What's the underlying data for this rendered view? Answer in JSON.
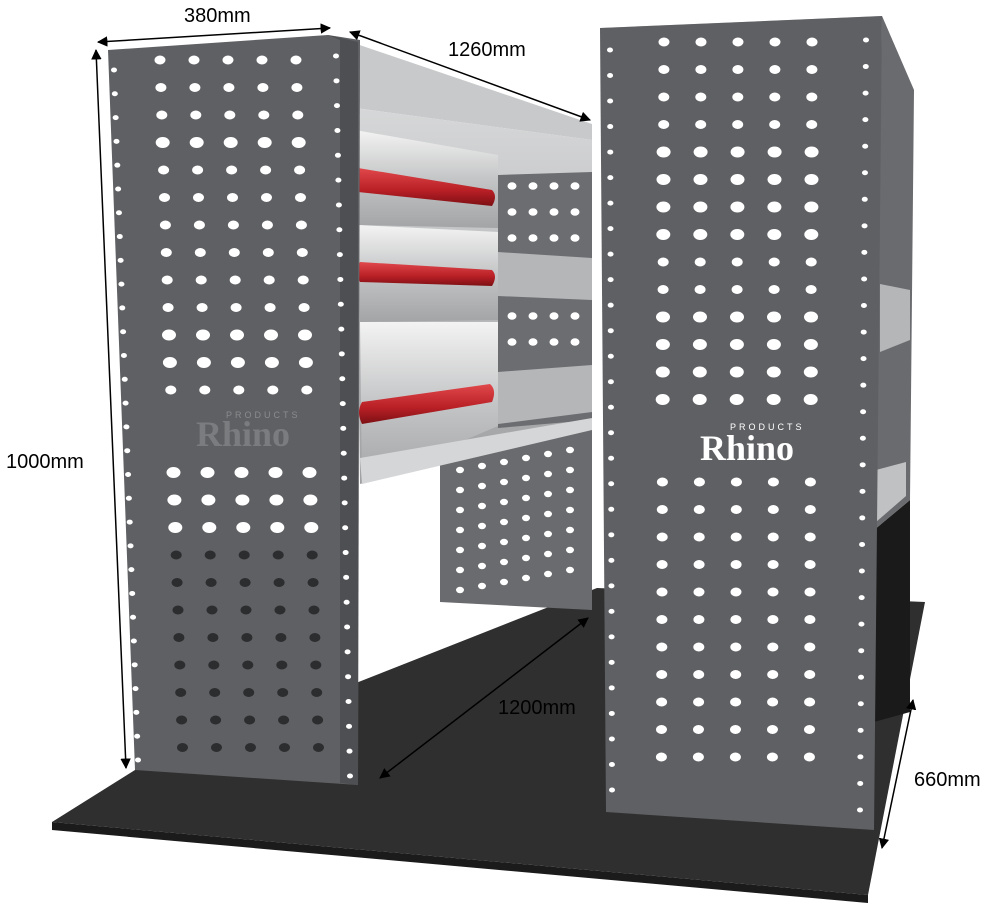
{
  "dimensions": {
    "width_top": "380mm",
    "depth_top": "1260mm",
    "height": "1000mm",
    "floor_depth": "1200mm",
    "floor_width": "660mm"
  },
  "logo": {
    "brand": "Rhino",
    "sub": "PRODUCTS"
  },
  "colors": {
    "panel": "#5f6063",
    "panel_edge": "#48494b",
    "shelf": "#b9babb",
    "shelf_light": "#d8d9da",
    "hole": "#ffffff",
    "hole_dark": "#2c2d2f",
    "drawer_handle": "#c0262c",
    "floor": "#2f2f2f"
  }
}
